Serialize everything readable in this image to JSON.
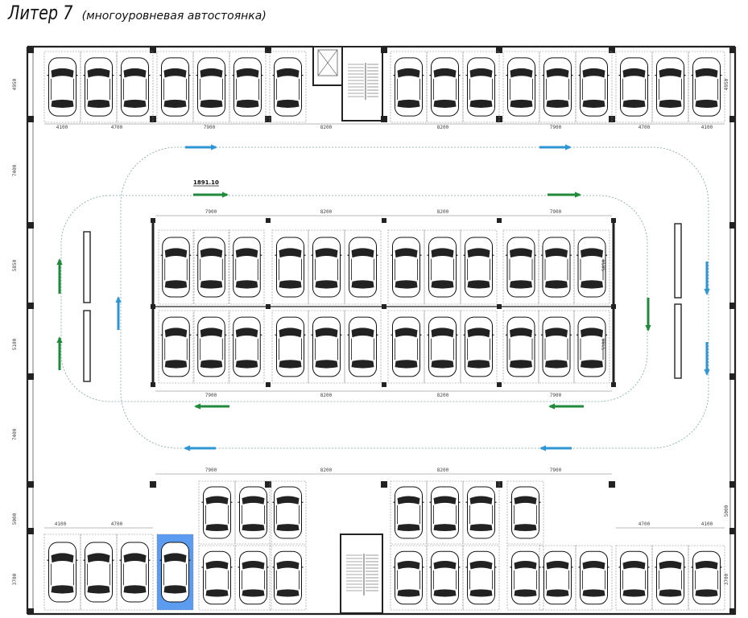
{
  "title": {
    "main": "Литер 7",
    "sub": "(многоуровневая автостоянка)"
  },
  "level_mark": "1891.10",
  "dims": {
    "top": [
      "4100",
      "4700",
      "7900",
      "8200",
      "8200",
      "7900",
      "4700",
      "4100"
    ],
    "top_left_vertical": "4950",
    "top_right_vertical": "4950",
    "left_vertical": [
      "7400",
      "5850",
      "5100",
      "7400",
      "5000",
      "3700"
    ],
    "center_top": [
      "7900",
      "8200",
      "8200",
      "7900"
    ],
    "center_bottom": [
      "7900",
      "8200",
      "8200",
      "7900"
    ],
    "center_right": [
      "5850",
      "5100"
    ],
    "lower_top": [
      "7900",
      "8200",
      "8200",
      "7900"
    ],
    "bottom_left": [
      "4100",
      "4700"
    ],
    "bottom_right": [
      "4700",
      "4100"
    ],
    "right_vertical_bottom": [
      "5000",
      "3700"
    ]
  },
  "highlighted_space": {
    "color": "#5b9bf0"
  },
  "colors": {
    "flow_blue": "#2f96d6",
    "flow_green": "#1f8a3a",
    "walls": "#222222"
  }
}
